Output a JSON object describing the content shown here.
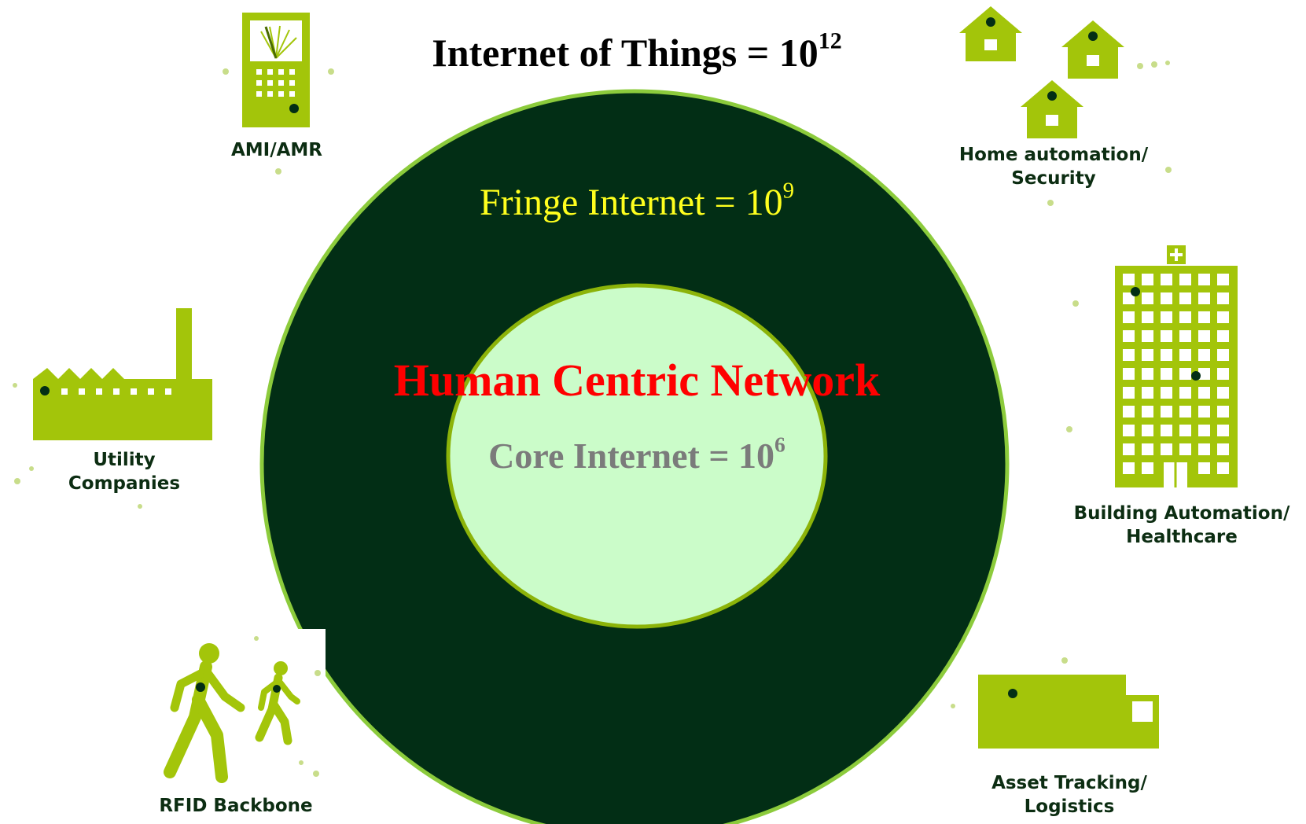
{
  "title": {
    "text": "Internet of Things = 10",
    "exponent": "12"
  },
  "rings": {
    "fringe": {
      "text": "Fringe Internet = 10",
      "exponent": "9"
    },
    "center_label": "Human Centric Network",
    "core": {
      "text": "Core Internet = 10",
      "exponent": "6"
    }
  },
  "nodes": {
    "ami": {
      "label": "AMI/AMR",
      "icon": "meter-icon"
    },
    "home": {
      "line1": "Home automation/",
      "line2": "Security",
      "icon": "house-icon"
    },
    "building": {
      "line1": "Building Automation/",
      "line2": "Healthcare",
      "icon": "hospital-building-icon"
    },
    "utility": {
      "line1": "Utility",
      "line2": "Companies",
      "icon": "factory-icon"
    },
    "rfid": {
      "label": "RFID Backbone",
      "icon": "walking-people-icon"
    },
    "asset": {
      "line1": "Asset Tracking/",
      "line2": "Logistics",
      "icon": "truck-icon"
    }
  },
  "colors": {
    "icon_green": "#a3c50a",
    "outer_ring": "#022e15",
    "ring_border": "#8ccb3c",
    "core_fill": "#cbfcc9",
    "core_border": "#8cb309",
    "title_red": "#ff0000",
    "fringe_yellow": "#ffff1e",
    "core_gray": "#7b7b7b",
    "label_dark_green": "#0c2d12"
  }
}
